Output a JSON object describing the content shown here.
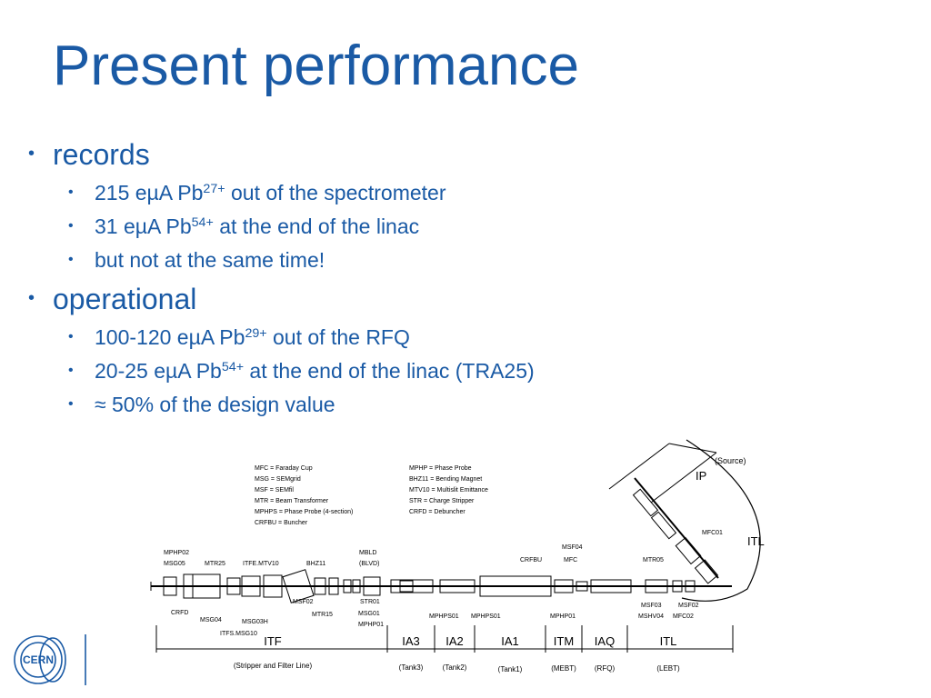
{
  "slide": {
    "title": "Present performance",
    "records_heading": "records",
    "records": [
      {
        "pre": "215 eµA Pb",
        "sup": "27+",
        "post": " out of the spectrometer"
      },
      {
        "pre": "31 eµA Pb",
        "sup": "54+",
        "post": " at the end of the linac"
      },
      {
        "pre": "but not at the same time!",
        "sup": "",
        "post": ""
      }
    ],
    "operational_heading": "operational",
    "operational": [
      {
        "pre": "100-120 eµA Pb",
        "sup": "29+",
        "post": " out of the RFQ"
      },
      {
        "pre": "20-25 eµA Pb",
        "sup": "54+",
        "post": " at the end of the linac (TRA25)"
      },
      {
        "pre": "≈ 50% of the design value",
        "sup": "",
        "post": ""
      }
    ],
    "bullet_glyph": "•",
    "colors": {
      "accent": "#1a5aa5",
      "text": "#000000",
      "logo": "#1a5aa5"
    }
  },
  "diagram": {
    "legend_left": [
      "MFC = Faraday Cup",
      "MSG = SEMgrid",
      "MSF = SEMfil",
      "MTR = Beam Transformer",
      "MPHPS = Phase Probe (4-section)",
      "CRFBU = Buncher"
    ],
    "legend_right": [
      "MPHP  = Phase Probe",
      "BHZ11 = Bending Magnet",
      "MTV10  = Multislit Emittance",
      "STR     = Charge Stripper",
      "CRFD   = Debuncher"
    ],
    "labels": {
      "source": "(Source)",
      "ip": "IP",
      "itl_arc": "ITL",
      "mfc01": "MFC01",
      "mphp02": "MPHP02",
      "msg05": "MSG05",
      "mtr25": "MTR25",
      "itfe_mtv10": "ITFE.MTV10",
      "bhz11": "BHZ11",
      "mbld": "MBLD",
      "blvd": "(BLVD)",
      "crfd": "CRFD",
      "msg04": "MSG04",
      "msg03h": "MSG03H",
      "itfs_msg10": "ITFS.MSG10",
      "msf02_left": "MSF02",
      "mtr15": "MTR15",
      "str01": "STR01",
      "msg01": "MSG01",
      "mphp01": "MPHP01",
      "mphps01_a": "MPHPS01",
      "mphps01_b": "MPHPS01",
      "crfbu": "CRFBU",
      "msf04": "MSF04",
      "mfc": "MFC",
      "mphp01_b": "MPHP01",
      "mtr05": "MTR05",
      "msf03": "MSF03",
      "mshv04": "MSHV04",
      "msf02_right": "MSF02",
      "mfc02": "MFC02"
    },
    "sections": [
      "ITF",
      "IA3",
      "IA2",
      "IA1",
      "ITM",
      "IAQ",
      "ITL"
    ],
    "sublabels": [
      "(Stripper and Filter Line)",
      "(Tank3)",
      "(Tank2)",
      "(Tank1)",
      "(MEBT)",
      "(RFQ)",
      "(LEBT)"
    ]
  },
  "logo": {
    "text": "CERN"
  }
}
